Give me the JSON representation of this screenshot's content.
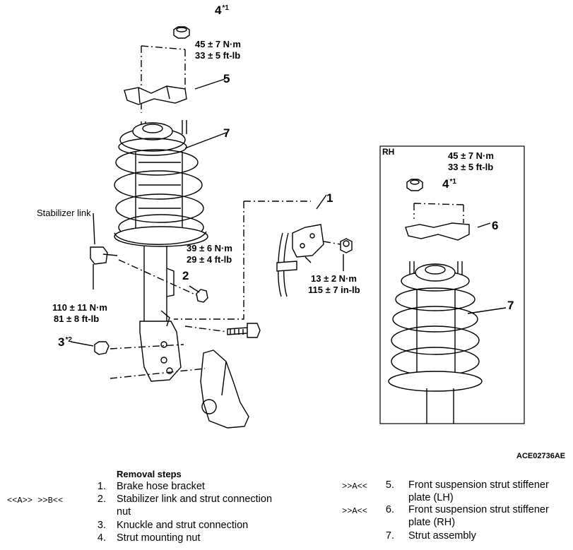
{
  "callouts": {
    "c4_left": {
      "num": "4",
      "sup": "*1"
    },
    "c5": "5",
    "c7_left": "7",
    "c1": "1",
    "c2": "2",
    "c3": {
      "num": "3",
      "sup": "*2"
    },
    "c4_rh": {
      "num": "4",
      "sup": "*1"
    },
    "c6": "6",
    "c7_rh": "7"
  },
  "torques": {
    "mount_nut_left": [
      "45 ± 7 N·m",
      "33 ± 5 ft-lb"
    ],
    "stab_nut": [
      "39 ± 6 N·m",
      "29 ± 4 ft-lb"
    ],
    "bracket_bolt": [
      "13 ± 2 N·m",
      "115 ± 7 in-lb"
    ],
    "knuckle_nut": [
      "110 ± 11 N·m",
      "81 ± 8 ft-lb"
    ],
    "mount_nut_rh": [
      "45 ± 7 N·m",
      "33 ± 5 ft-lb"
    ]
  },
  "labels": {
    "stabilizer_link": "Stabilizer link",
    "rh_box": "RH",
    "figure_code": "ACE02736AE"
  },
  "removal": {
    "title": "Removal steps",
    "steps": [
      {
        "tags": "",
        "num": "1.",
        "text": "Brake hose bracket"
      },
      {
        "tags": "<<A>>    >>B<<",
        "num": "2.",
        "text": "Stabilizer link and strut connection",
        "text2": "nut"
      },
      {
        "tags": "",
        "num": "3.",
        "text": "Knuckle and strut connection"
      },
      {
        "tags": "",
        "num": "4.",
        "text": "Strut mounting nut"
      },
      {
        "tags": ">>A<<",
        "num": "5.",
        "text": "Front suspension strut stiffener",
        "text2": "plate (LH)"
      },
      {
        "tags": ">>A<<",
        "num": "6.",
        "text": "Front suspension strut stiffener",
        "text2": "plate (RH)"
      },
      {
        "tags": "",
        "num": "7.",
        "text": "Strut assembly"
      }
    ]
  }
}
